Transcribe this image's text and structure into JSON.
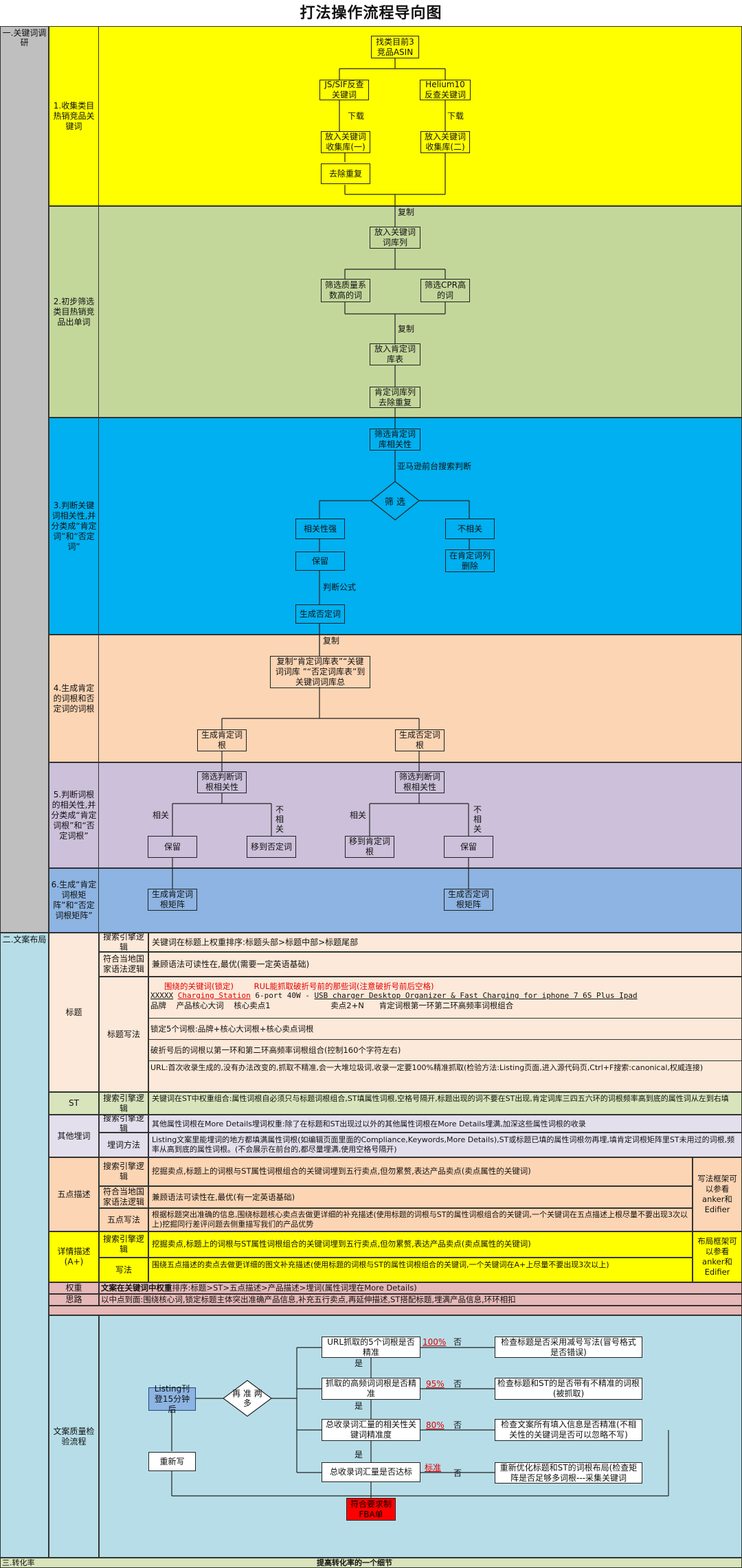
{
  "title": "打法操作流程导向图",
  "sections": {
    "s1": "一.关键词调研",
    "s2": "二.文案布局",
    "s3": "三.转化率"
  },
  "stages": {
    "st1": "1.收集类目热销竞品关键词",
    "st2": "2.初步筛选类目热销竞品出单词",
    "st3": "3.判断关键词相关性,并分类成“肯定词”和“否定词”",
    "st4": "4.生成肯定的词根和否定词的词根",
    "st5": "5.判断词根的相关性,并分类成“肯定词根”和“否定词根”",
    "st6": "6.生成“肯定词根矩阵”和“否定词根矩阵”"
  },
  "colors": {
    "yellow": "#ffff00",
    "green": "#c4d79b",
    "blue": "#00b0f0",
    "peach": "#fcd5b4",
    "lavender": "#ccc0da",
    "steel": "#8db4e2",
    "grey": "#bfbfbf",
    "lightpeach": "#fde9d9",
    "lightgreen": "#d8e4bc",
    "lightlav": "#e4dfec",
    "lightyellow": "#ffff99",
    "pink": "#e6b8b7",
    "lightblue": "#b7dee8",
    "red": "#ff0000"
  },
  "flow": {
    "find_asin": "找类目前3竞品ASIN",
    "js_sif": "JS/SIF反查关键词",
    "helium": "Helium10反查关键词",
    "download1": "下载",
    "download2": "下载",
    "lib1": "放入关键词收集库(一)",
    "lib2": "放入关键词收集库(二)",
    "dedupe": "去除重复",
    "copy1": "复制",
    "col": "放入关键词词库列",
    "quality": "筛选质量系数高的词",
    "cpr": "筛选CPR高的词",
    "copy2": "复制",
    "pos_table": "放入肯定词库表",
    "pos_dedupe": "肯定词库列去除重复",
    "filter_rel": "筛选肯定词库相关性",
    "amazon": "亚马逊前台搜索判断",
    "screen": "筛 选",
    "relevant": "相关性强",
    "irrelevant": "不相关",
    "keep1": "保留",
    "delete": "在肯定词列删除",
    "formula": "判断公式",
    "gen_neg": "生成否定词",
    "copy3": "复制",
    "copy_tables": "复制“肯定词库表”“关键词词库 ”“否定词库表”到关键词词库总",
    "gen_pos_root": "生成肯定词根",
    "gen_neg_root": "生成否定词根",
    "filter_root1": "筛选判断词根相关性",
    "filter_root2": "筛选判断词根相关性",
    "rel_a": "相关",
    "irrel_a": "不相关",
    "rel_b": "相关",
    "irrel_b": "不相关",
    "keep2": "保留",
    "move_neg": "移到否定词",
    "move_pos": "移到肯定词根",
    "keep3": "保留",
    "pos_matrix": "生成肯定词根矩阵",
    "neg_matrix": "生成否定词根矩阵"
  },
  "copy_table": {
    "title_label": "标题",
    "r1_label": "搜索引擎逻辑",
    "r1_text": "关键词在标题上权重排序:标题头部>标题中部>标题尾部",
    "r2_label": "符合当地国家语法逻辑",
    "r2_text": "兼顾语法可读性在,最优(需要一定英语基础)",
    "r3_label": "标题写法",
    "r3_red1": "围绕的关键词(锁定)",
    "r3_red2": "RUL能抓取破折号前的那些词(注意破折号前后空格)",
    "r3_example_a": "XXXXX",
    "r3_example_b": "Charging Station",
    "r3_example_c": "6-port 40W - ",
    "r3_example_d": "USB charger Desktop Organizer & Fast Charging for iphone 7 6S Plus Ipad",
    "r3_line3": "品牌    产品核心大词    核心卖点1                        卖点2+N      肯定词根第一环第二环高频率词根组合",
    "r3_line4": "锁定5个词根:品牌+核心大词根+核心卖点词根",
    "r3_line5": "破折号后的词根以第一环和第二环高频率词根组合(控制160个字符左右)",
    "r3_line6": "URL:首次收录生成的,没有办法改变的,抓取不精准,会一大堆垃圾词,收录一定要100%精准抓取(检验方法:Listing页面,进入源代码页,Ctrl+F搜索:canonical,权威连接)",
    "st_label": "ST",
    "st_sub": "搜索引擎逻辑",
    "st_text": "关键词在ST中权重组合:属性词根自必须只与标题词根组合,ST填属性词根,空格号隔开,标题出现的词不要在ST出现,肯定词库三四五六环的词根频率高到底的属性词从左到右填",
    "other_label": "其他埋词",
    "o1_label": "搜索引擎逻辑",
    "o1_text": "其他属性词根在More Details埋词权重:除了在标题和ST出现过以外的其他属性词根在More Details埋满,加深这些属性词根的收录",
    "o2_label": "埋词方法",
    "o2_text": "Listing文案里能埋词的地方都填满属性词根(如编辑页面里面的Compliance,Keywords,More Details),ST或标题已填的属性词根勿再埋,填肯定词根矩阵里ST未用过的词根,频率从高到底的属性词根。(不会展示在前台的,都尽量埋满,使用空格号隔开)",
    "five_label": "五点描述",
    "f1_label": "搜索引擎逻辑",
    "f1_text": "挖掘卖点,标题上的词根与ST属性词根组合的关键词埋到五行卖点,但勿累赘,表达产品卖点(卖点属性的关键词)",
    "f2_label": "符合当地国家语法逻辑",
    "f2_text": "兼顾语法可读性在,最优(有一定英语基础)",
    "f3_label": "五点写法",
    "f3_text": "根据标题突出准确的信息,围绕标题核心卖点去做更详细的补充描述(使用标题的词根与ST的属性词根组合的关键词,一个关键词在五点描述上根尽量不要出现3次以上)挖掘同行差评问题去侧重描写我们的产品优势",
    "five_side": "写法框架可以参看anker和Edifier",
    "detail_label": "详情描述(A+)",
    "d1_label": "搜索引擎逻辑",
    "d1_text": "挖掘卖点,标题上的词根与ST属性词根组合的关键词埋到五行卖点,但勿累赘,表达产品卖点(卖点属性的关键词)",
    "d2_label": "写法",
    "d2_text": "围绕五点描述的卖点去做更详细的图文补充描述(使用标题的词根与ST的属性词根组合的关键词,一个关键词在A+上尽量不要出现3次以上)",
    "detail_side": "布局框架可以参看anker和Edifier",
    "weight_label": "权重",
    "weight_text_bold": "文案在关键词中权重",
    "weight_text": "排序:标题>ST>五点描述>产品描述>埋词(属性词埋在More Details)",
    "idea_label": "思路",
    "idea_text": "以中点到面:围绕核心词,锁定标题主体突出准确产品信息,补充五行卖点,再延伸描述,ST搭配标题,埋满产品信息,环环相扣"
  },
  "qa": {
    "label": "文案质量检验流程",
    "listing": "Listing刊登15分钟后",
    "rewrite": "重新写",
    "diamond": "再 准 两 多",
    "q1": "URL抓取的5个词根是否精准",
    "q2": "抓取的高频词词根是否精准",
    "q3": "总收录词汇量的相关性关键词精准度",
    "q4": "总收录词汇量是否达标",
    "p1": "100%",
    "p2": "95%",
    "p3": "80%",
    "p4": "标准",
    "no1": "否",
    "no2": "否",
    "no3": "否",
    "no4": "否",
    "yes1": "是",
    "yes2": "是",
    "yes3": "是",
    "c1": "检查标题是否采用减号写法(冒号格式是否错误)",
    "c2": "检查标题和ST的是否带有不精准的词根(被抓取)",
    "c3": "检查文案所有填入信息是否精准(不相关性的关键词是否可以忽略不写)",
    "c4": "重新优化标题和ST的词根布局(检查矩阵是否足够多词根---采集关键词",
    "final": "符合要求制FBA单"
  },
  "bottom_text": "提高转化率的一个细节"
}
